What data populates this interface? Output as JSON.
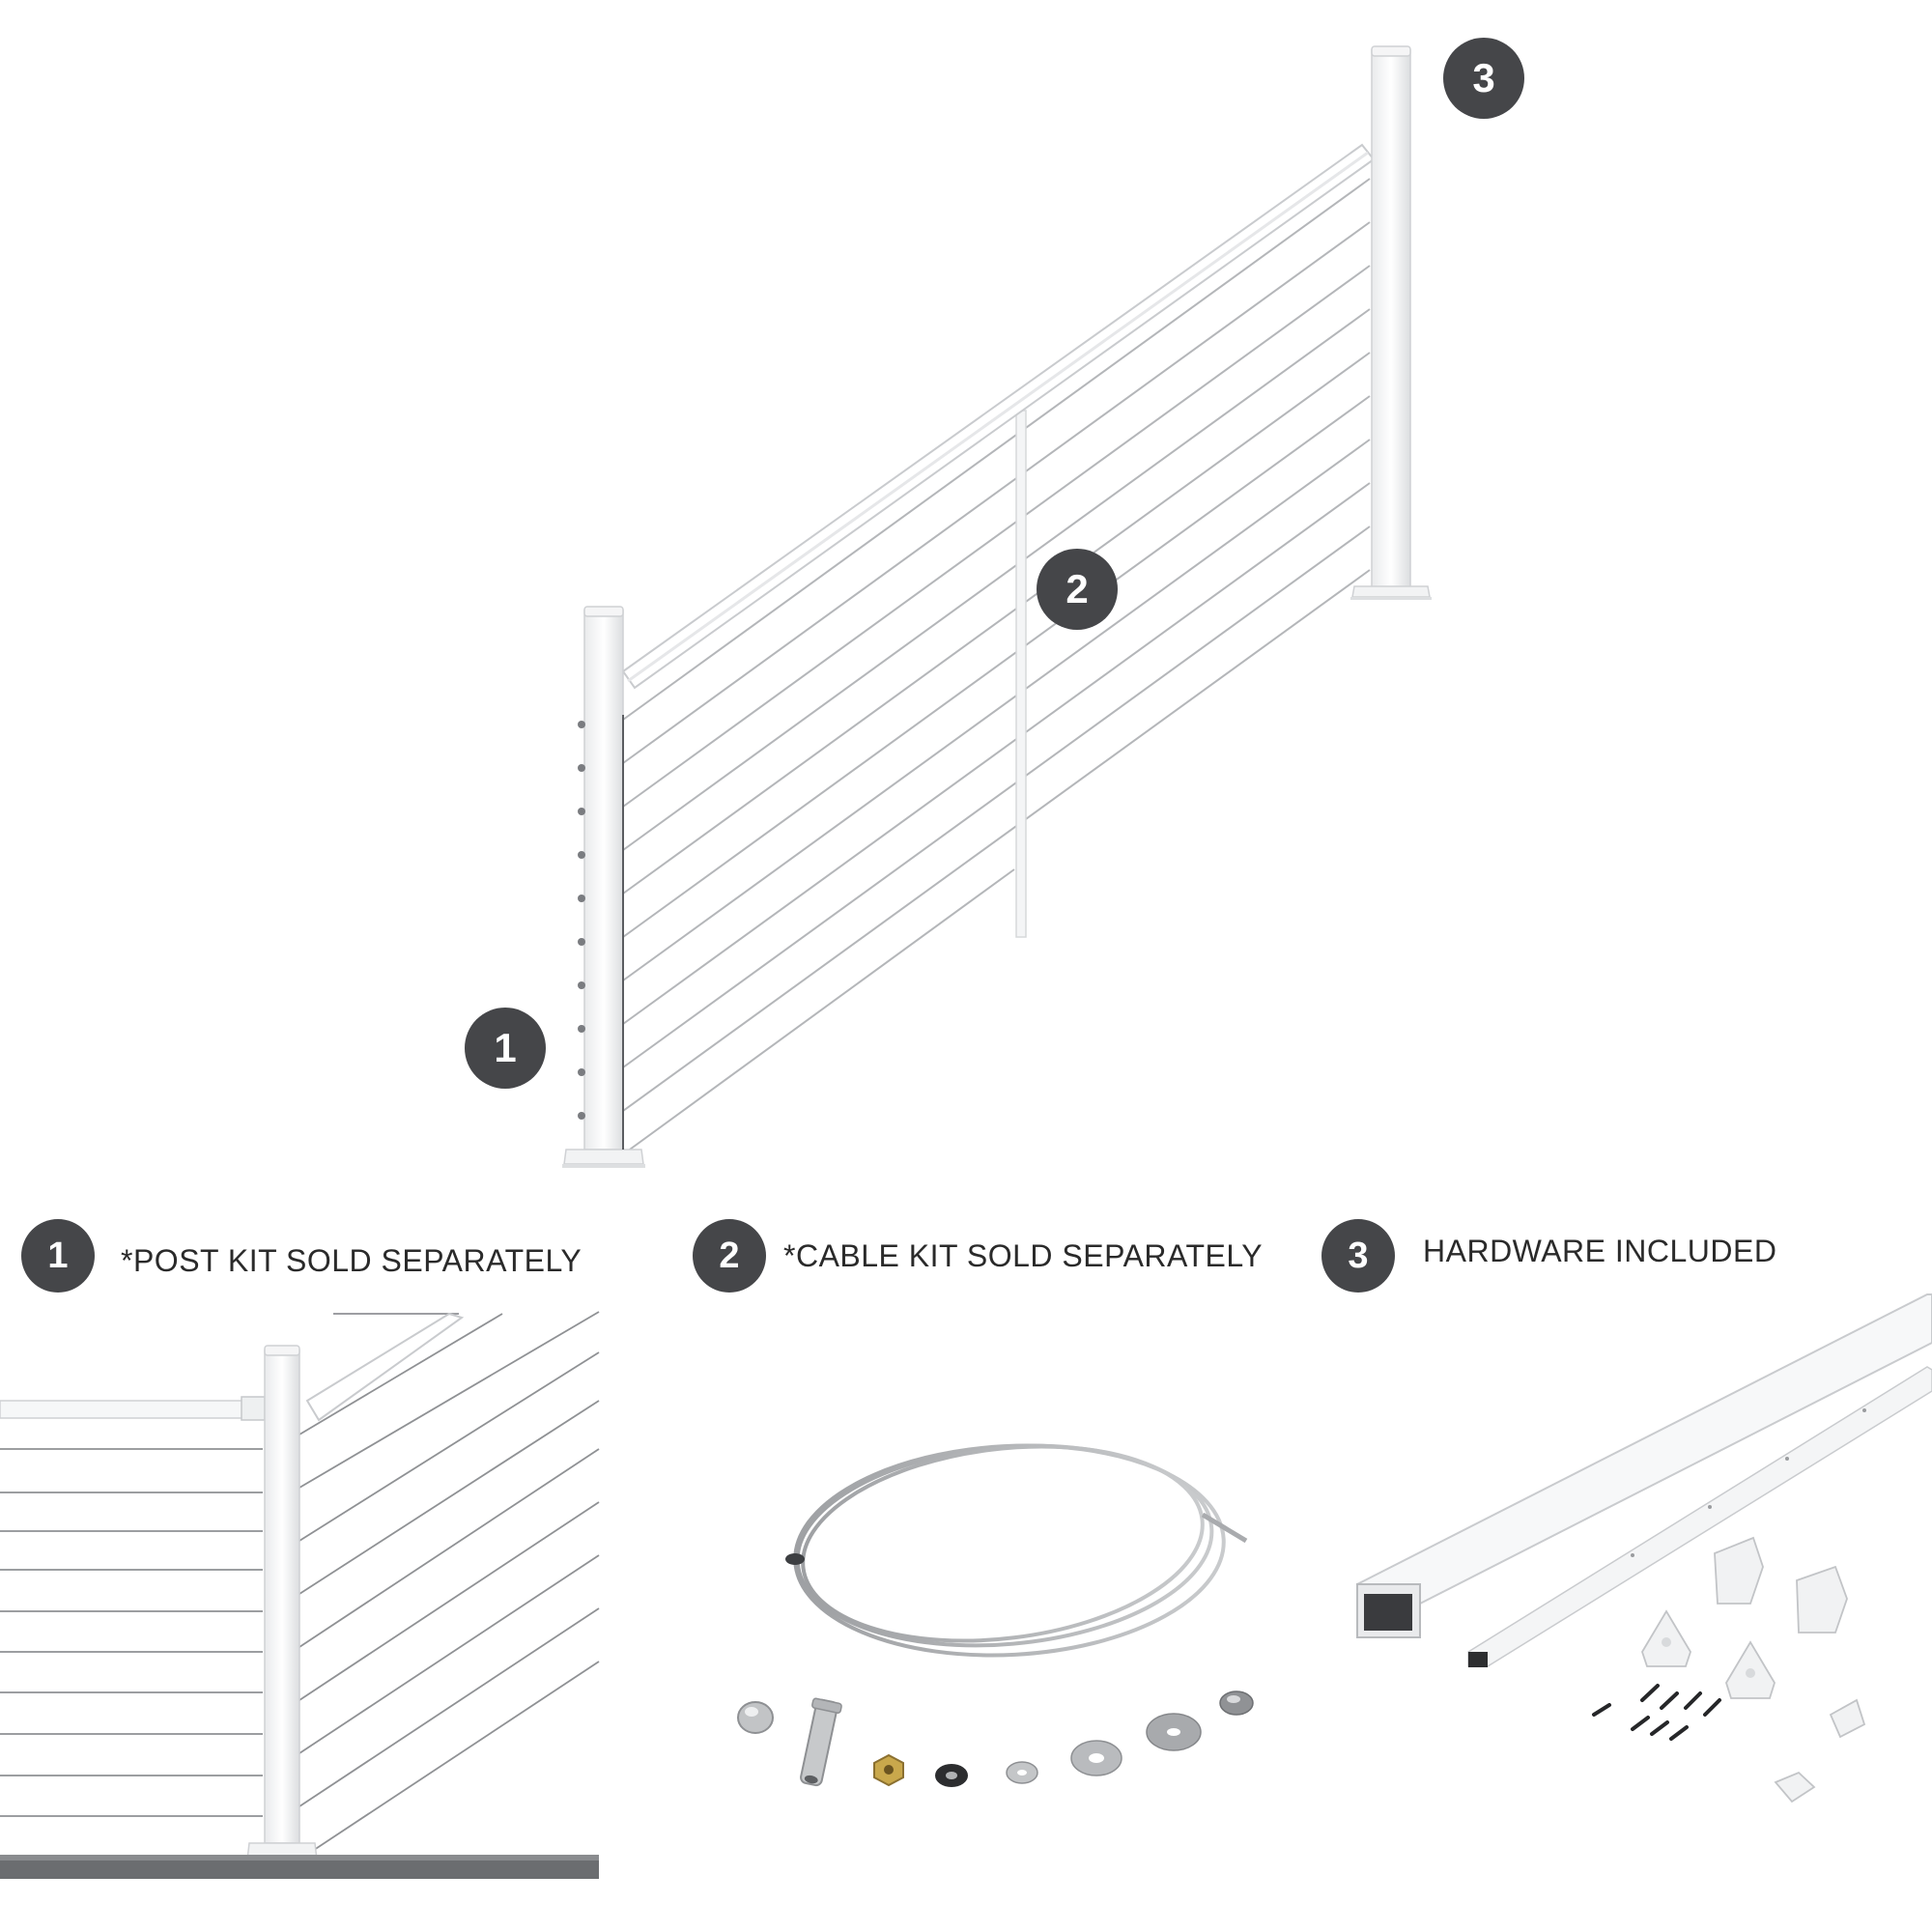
{
  "main": {
    "badges": [
      "3",
      "2",
      "1"
    ]
  },
  "features": [
    {
      "number": "1",
      "label": "*POST KIT SOLD SEPARATELY"
    },
    {
      "number": "2",
      "label": "*CABLE KIT SOLD SEPARATELY"
    },
    {
      "number": "3",
      "label": "HARDWARE INCLUDED"
    }
  ],
  "colors": {
    "badge": "#454649",
    "rail": "#ffffff",
    "outline": "#d6d8da",
    "cable": "#a9abae"
  }
}
